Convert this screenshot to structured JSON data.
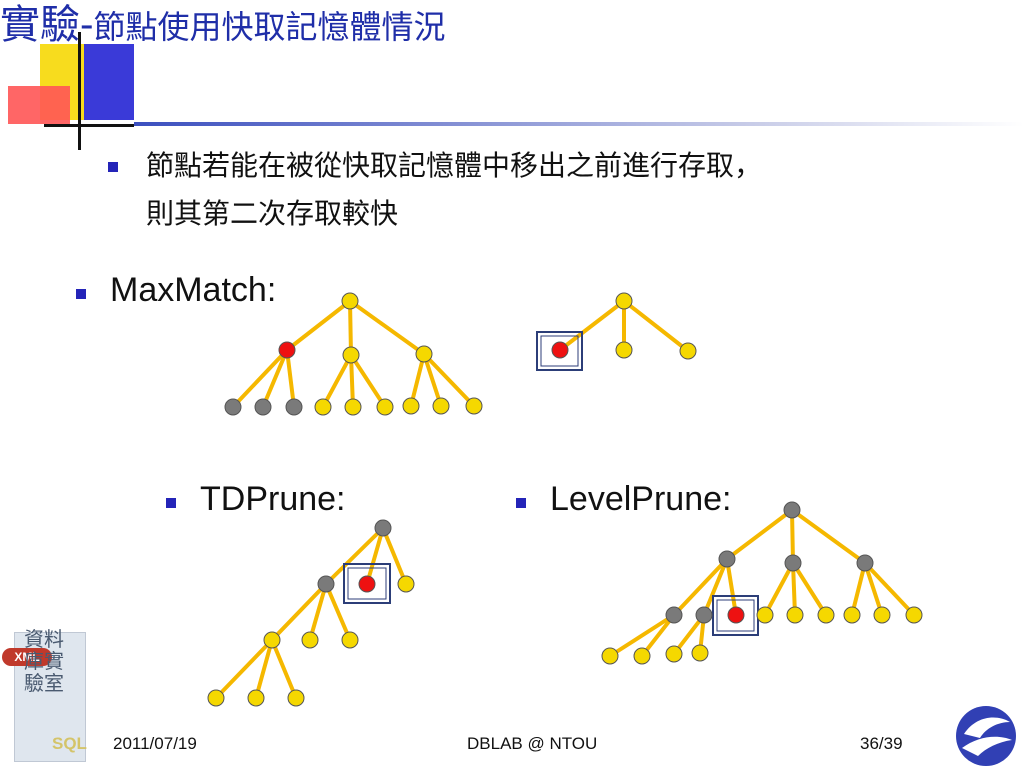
{
  "slide": {
    "title_main": "實驗-",
    "title_sub": "節點使用快取記憶體情況",
    "bullet_line1": "節點若能在被從快取記憶體中移出之前進行存取，",
    "bullet_line2": "則其第二次存取較快",
    "label_maxmatch": "MaxMatch:",
    "label_tdprune": "TDPrune:",
    "label_levelprune": "LevelPrune:",
    "logo_xml": "XML",
    "logo_chars": "資料庫實驗室",
    "logo_sql": "SQL"
  },
  "footer": {
    "date": "2011/07/19",
    "center": "DBLAB @ NTOU",
    "page": "36/39"
  },
  "colors": {
    "title": "#1f2ea8",
    "bullet": "#2424b8",
    "edge": "#f5b800",
    "node_yellow": "#f5d800",
    "node_gray": "#7a7a7a",
    "node_red": "#ee1111",
    "frame": "#2c3e78"
  }
}
